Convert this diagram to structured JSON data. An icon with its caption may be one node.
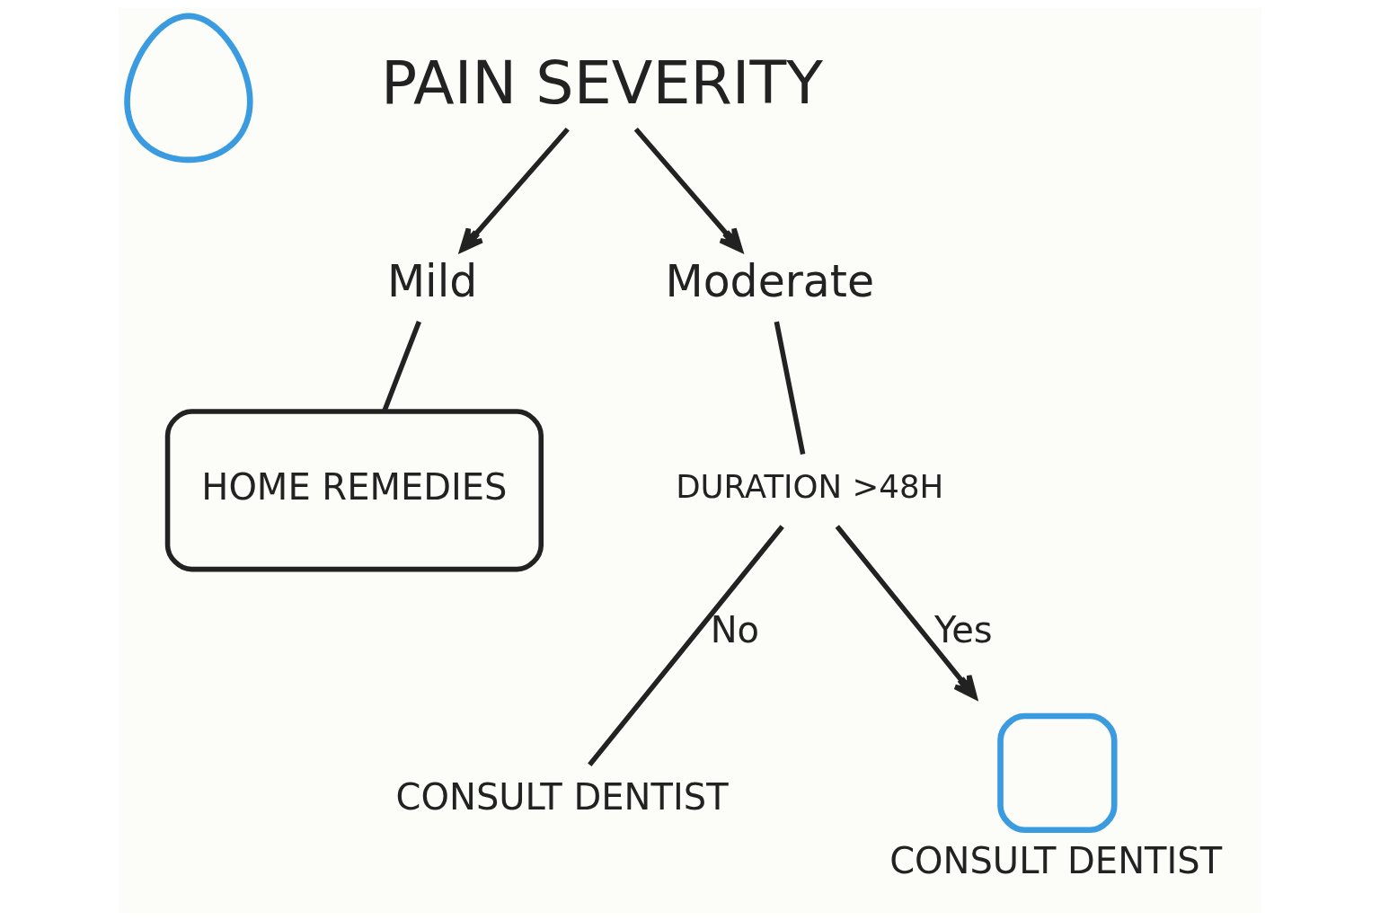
{
  "diagram": {
    "nodes": [
      {
        "text": [],
        "shape": "picture"
      },
      {
        "text": [
          "PAIN SEVERITY"
        ]
      },
      {
        "text": [
          "Mild"
        ]
      },
      {
        "text": [
          "Moderate"
        ]
      },
      {
        "text": [
          "HOME REMEDIES"
        ]
      },
      {
        "text": [
          "DURATION >48H"
        ]
      },
      {
        "text": [
          "CONSULT DENTIST"
        ]
      },
      {
        "text": [],
        "shape": "person",
        "beside": [
          "CONSULT DENTIST"
        ]
      }
    ],
    "edges": [
      {
        "from": 1,
        "to": 2,
        "arrow": "to"
      },
      {
        "from": 1,
        "to": 3,
        "arrow": "to"
      },
      {
        "from": 2,
        "to": 4,
        "arrow": "none"
      },
      {
        "from": 3,
        "to": 5,
        "arrow": "none"
      },
      {
        "from": 5,
        "to": 6,
        "arrow": "none",
        "label": "No"
      },
      {
        "from": 5,
        "to": 7,
        "arrow": "to",
        "label": "Yes"
      }
    ]
  }
}
